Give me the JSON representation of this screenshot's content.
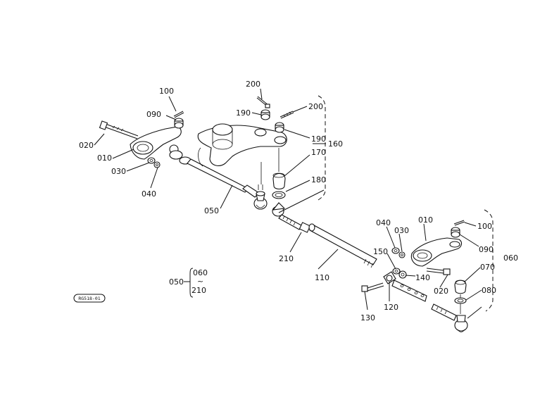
{
  "parts": {
    "p010_left": "010",
    "p020_left": "020",
    "p030_left": "030",
    "p040_left": "040",
    "p050_rod": "050",
    "p090_left": "090",
    "p100_left": "100",
    "p200_top": "200",
    "p190_top": "190",
    "p200_right": "200",
    "p190_right": "190",
    "p160": "160",
    "p170": "170",
    "p180": "180",
    "p210": "210",
    "p110": "110",
    "p040_right": "040",
    "p030_right": "030",
    "p010_right": "010",
    "p100_right": "100",
    "p090_right": "090",
    "p060": "060",
    "p070": "070",
    "p080": "080",
    "p150": "150",
    "p140": "140",
    "p020_right": "020",
    "p130": "130",
    "p120": "120"
  },
  "legend": {
    "main": "050",
    "from": "060",
    "tilde": "~",
    "to": "210"
  },
  "stamp": "RG518-01"
}
